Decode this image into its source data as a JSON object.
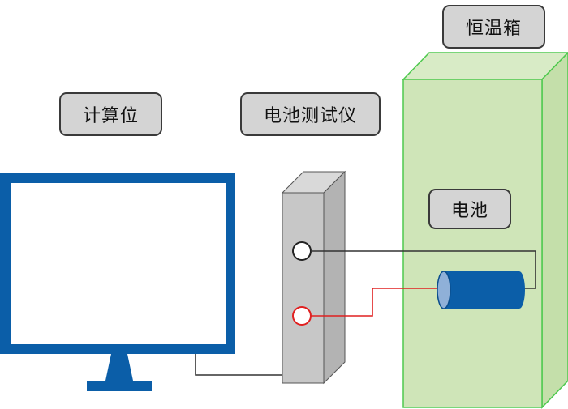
{
  "labels": {
    "computer": "计算位",
    "battery_tester": "电池测试仪",
    "thermostat": "恒温箱",
    "battery": "电池"
  },
  "colors": {
    "monitor_blue": "#0b5ea8",
    "chamber_green_front": "#cfe5b8",
    "chamber_green_edge": "#4ec94e",
    "tester_gray": "#c7c7c7",
    "cable_black": "#333333",
    "cable_red": "#e02020",
    "battery_blue": "#0b5ea8",
    "label_fill": "#d4d4d4"
  },
  "icons": {
    "computer": "monitor-icon",
    "battery": "battery-cylinder-icon"
  }
}
